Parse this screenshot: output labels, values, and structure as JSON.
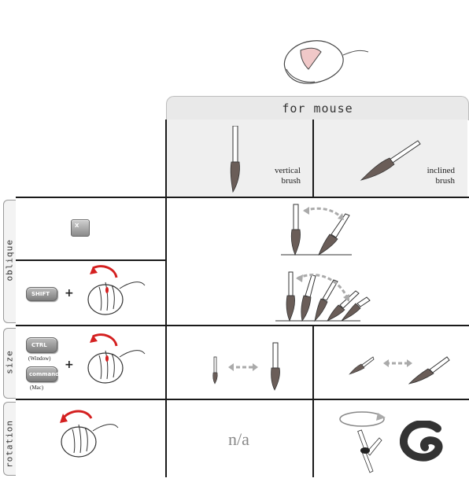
{
  "header": {
    "title": "for mouse"
  },
  "columns": {
    "vertical": {
      "line1": "vertical",
      "line2": "brush"
    },
    "inclined": {
      "line1": "inclined",
      "line2": "brush"
    }
  },
  "rows": {
    "oblique": {
      "label": "oblique",
      "key1": "X",
      "key2": "SHIFT"
    },
    "size": {
      "label": "size",
      "key_ctrl": "CTRL",
      "note_windows": "(Window)",
      "key_command": "command",
      "note_mac": "(Mac)"
    },
    "rotation": {
      "label": "rotation",
      "vertical_value": "n/a"
    }
  },
  "symbols": {
    "plus": "+"
  },
  "icons": {
    "mouse": "mouse-icon",
    "hand_wheel": "hand-scroll-wheel-icon",
    "brush": "brush-icon",
    "arrow": "dashed-arrow-icon"
  },
  "colors": {
    "rule": "#1a1a1a",
    "header_bg": "#e9e9e9",
    "cell_bg": "#efefef",
    "arrow": "#aaaaaa",
    "accent": "#d42020"
  }
}
